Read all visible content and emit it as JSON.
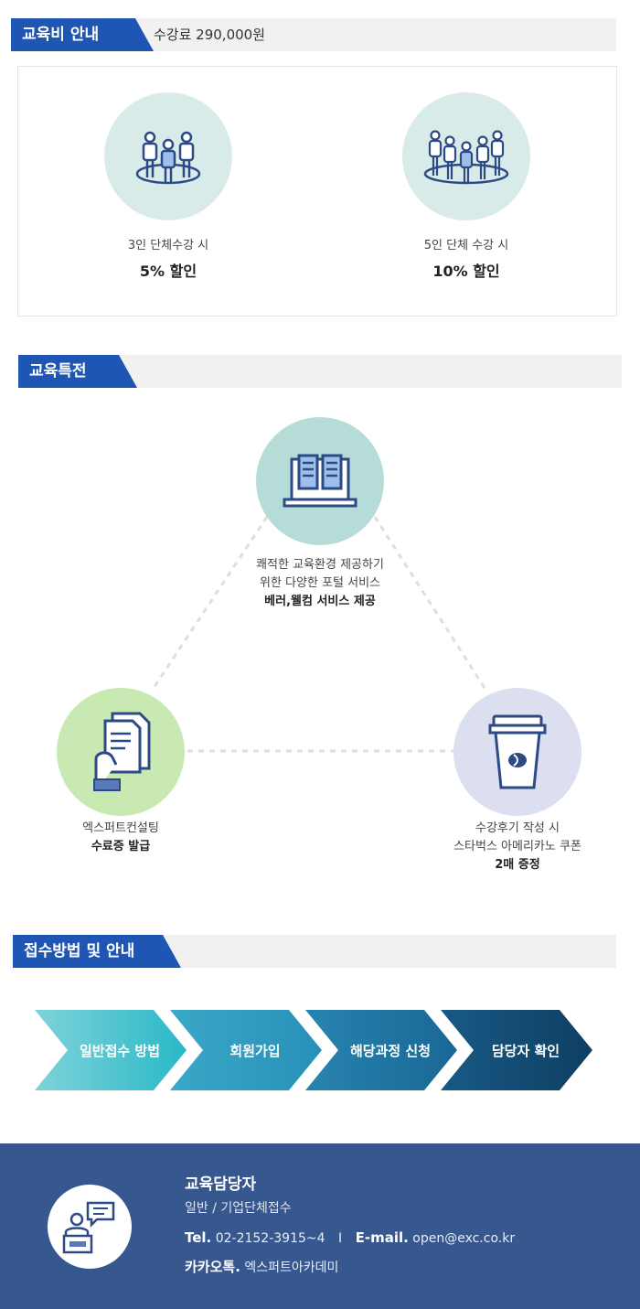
{
  "fee_section": {
    "tag": "교육비 안내",
    "subtitle": "수강료 290,000원",
    "items": [
      {
        "icon": "group-3-people-icon",
        "line1": "3인 단체수강 시",
        "discount": "5% 할인"
      },
      {
        "icon": "group-5-people-icon",
        "line1": "5인 단체 수강 시",
        "discount": "10% 할인"
      }
    ]
  },
  "benefit_section": {
    "tag": "교육특전",
    "items": [
      {
        "icon": "laptop-book-icon",
        "line1": "쾌적한 교육환경 제공하기",
        "line2": "위한 다양한 포털 서비스",
        "strong": "베러,웰컴 서비스 제공"
      },
      {
        "icon": "certificate-hand-icon",
        "line1": "엑스퍼트컨설팅",
        "strong": "수료증 발급"
      },
      {
        "icon": "coffee-cup-icon",
        "line1": "수강후기 작성 시",
        "line2": "스타벅스 아메리카노 쿠폰",
        "strong": "2매 증정"
      }
    ],
    "colors": {
      "top": "#b6dcd8",
      "left": "#c8eab2",
      "right": "#dcdfef"
    }
  },
  "process_section": {
    "tag": "접수방법 및 안내",
    "steps": [
      {
        "label": "일반접수 방법",
        "color": "#5fc6d0"
      },
      {
        "label": "회원가입",
        "color": "#2d9ec0"
      },
      {
        "label": "해당과정 신청",
        "color": "#1f79a7"
      },
      {
        "label": "담당자 확인",
        "color": "#14507a"
      }
    ]
  },
  "contact": {
    "icon": "presenter-speech-icon",
    "title": "교육담당자",
    "subtitle": "일반 / 기업단체접수",
    "tel_label": "Tel.",
    "tel_value": "02-2152-3915~4",
    "separator": "I",
    "email_label": "E-mail.",
    "email_value": "open@exc.co.kr",
    "kakao_label": "카카오톡.",
    "kakao_value": "엑스퍼트아카데미"
  },
  "accent_color": "#1f56b4"
}
